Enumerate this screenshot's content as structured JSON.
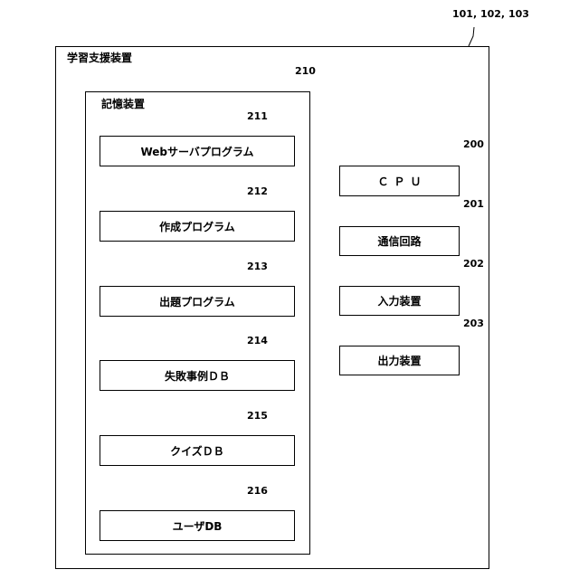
{
  "device": {
    "ref": "101, 102, 103",
    "title": "学習支援装置"
  },
  "storage": {
    "ref": "210",
    "title": "記憶装置",
    "items": [
      {
        "ref": "211",
        "label": "Webサーバプログラム"
      },
      {
        "ref": "212",
        "label": "作成プログラム"
      },
      {
        "ref": "213",
        "label": "出題プログラム"
      },
      {
        "ref": "214",
        "label": "失敗事例ＤＢ"
      },
      {
        "ref": "215",
        "label": "クイズＤＢ"
      },
      {
        "ref": "216",
        "label": "ユーザDB"
      }
    ]
  },
  "components": [
    {
      "ref": "200",
      "label": "ＣＰＵ"
    },
    {
      "ref": "201",
      "label": "通信回路"
    },
    {
      "ref": "202",
      "label": "入力装置"
    },
    {
      "ref": "203",
      "label": "出力装置"
    }
  ]
}
